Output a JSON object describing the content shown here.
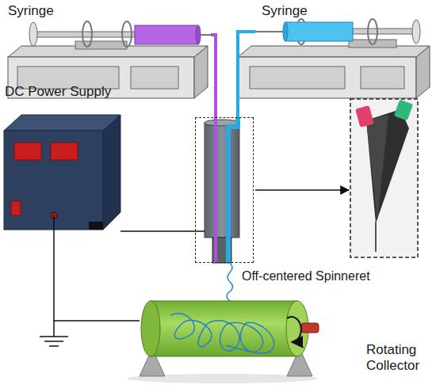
{
  "diagram": {
    "nodes": [
      {
        "text": [
          "Syringe"
        ]
      },
      {
        "text": [
          "Syringe"
        ]
      },
      {
        "text": [
          "DC Power Supply"
        ]
      },
      {
        "text": [
          "Off-centered Spinneret"
        ]
      },
      {
        "text": [
          "Rotating Collector"
        ]
      }
    ],
    "edges": [
      {
        "from": 0,
        "to": 3,
        "arrow": "none"
      },
      {
        "from": 1,
        "to": 3,
        "arrow": "none"
      },
      {
        "from": 2,
        "to": 3,
        "arrow": "none"
      },
      {
        "from": 2,
        "to": 4,
        "arrow": "none"
      }
    ]
  }
}
